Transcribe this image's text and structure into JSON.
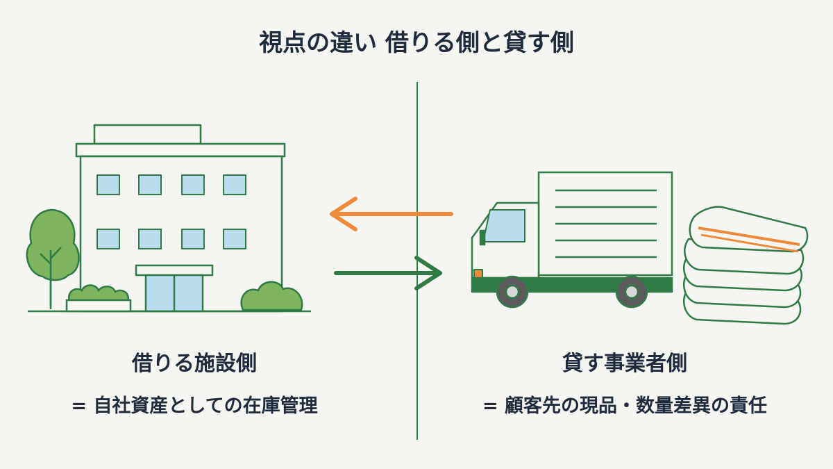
{
  "title": "視点の違い 借りる側と貸す側",
  "left": {
    "heading": "借りる施設側",
    "subtext": "= 自社資産としての在庫管理"
  },
  "right": {
    "heading": "貸す事業者側",
    "subtext": "= 顧客先の現品・数量差異の責任"
  },
  "colors": {
    "green": "#2f7a45",
    "orange": "#ef8a3a",
    "window": "#b9dcee",
    "tree": "#7fb45e"
  },
  "icons": [
    "building-icon",
    "tree-icon",
    "bush-icon",
    "truck-icon",
    "folded-linen-icon",
    "arrow-left-icon",
    "arrow-right-icon"
  ]
}
